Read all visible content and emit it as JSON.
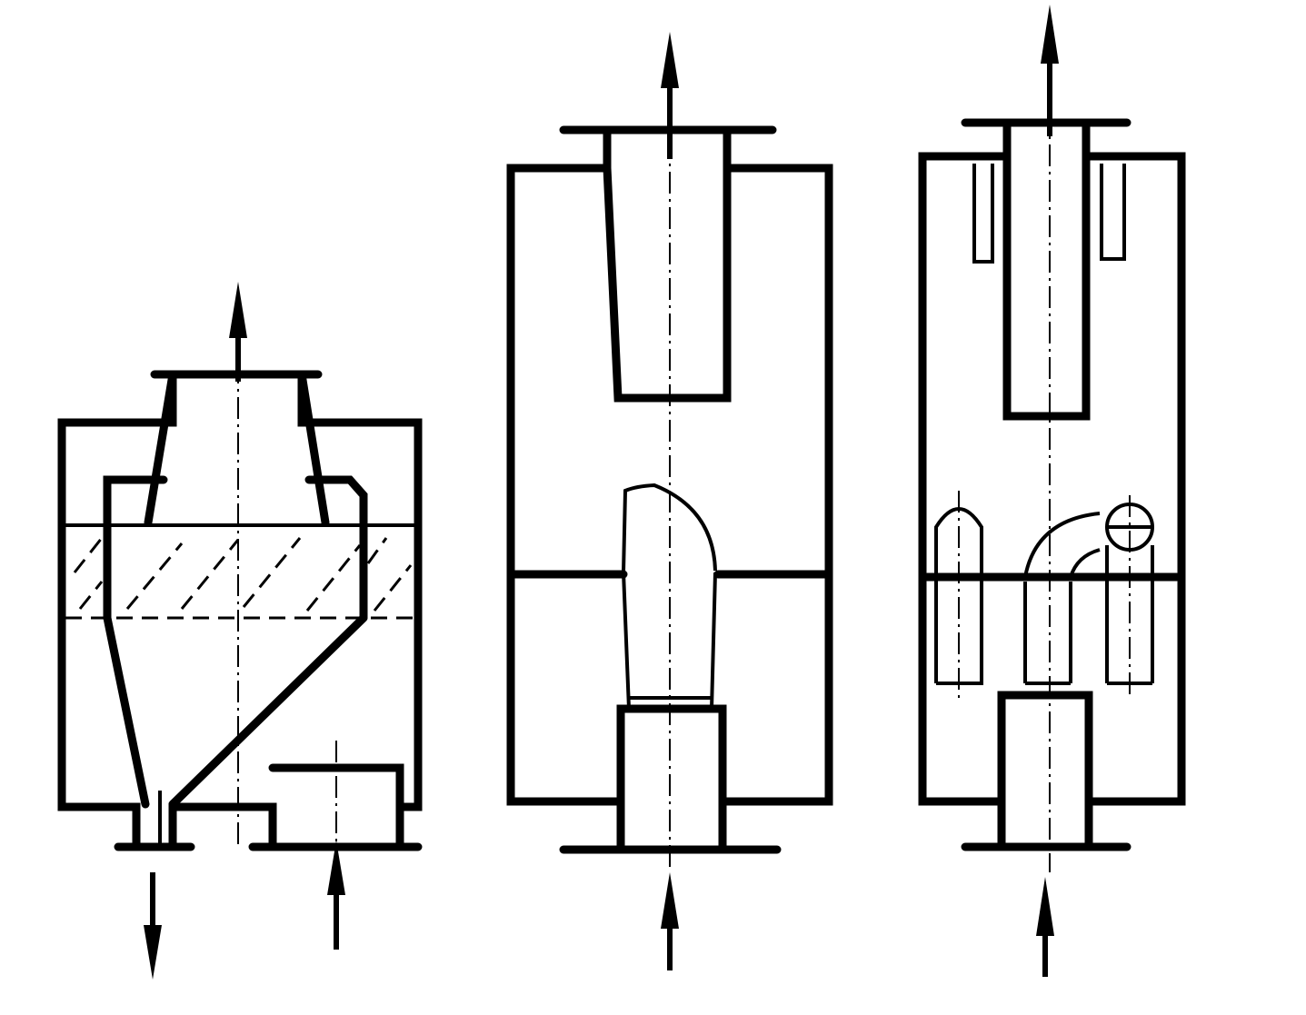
{
  "figures": [
    {
      "id": "separator-left",
      "icon": "cyclone-separator-with-filter-band"
    },
    {
      "id": "separator-middle",
      "icon": "separator-with-elbow-inlet"
    },
    {
      "id": "separator-right",
      "icon": "separator-with-multiple-tubes"
    }
  ],
  "colors": {
    "line": "#000000",
    "background": "#ffffff"
  }
}
